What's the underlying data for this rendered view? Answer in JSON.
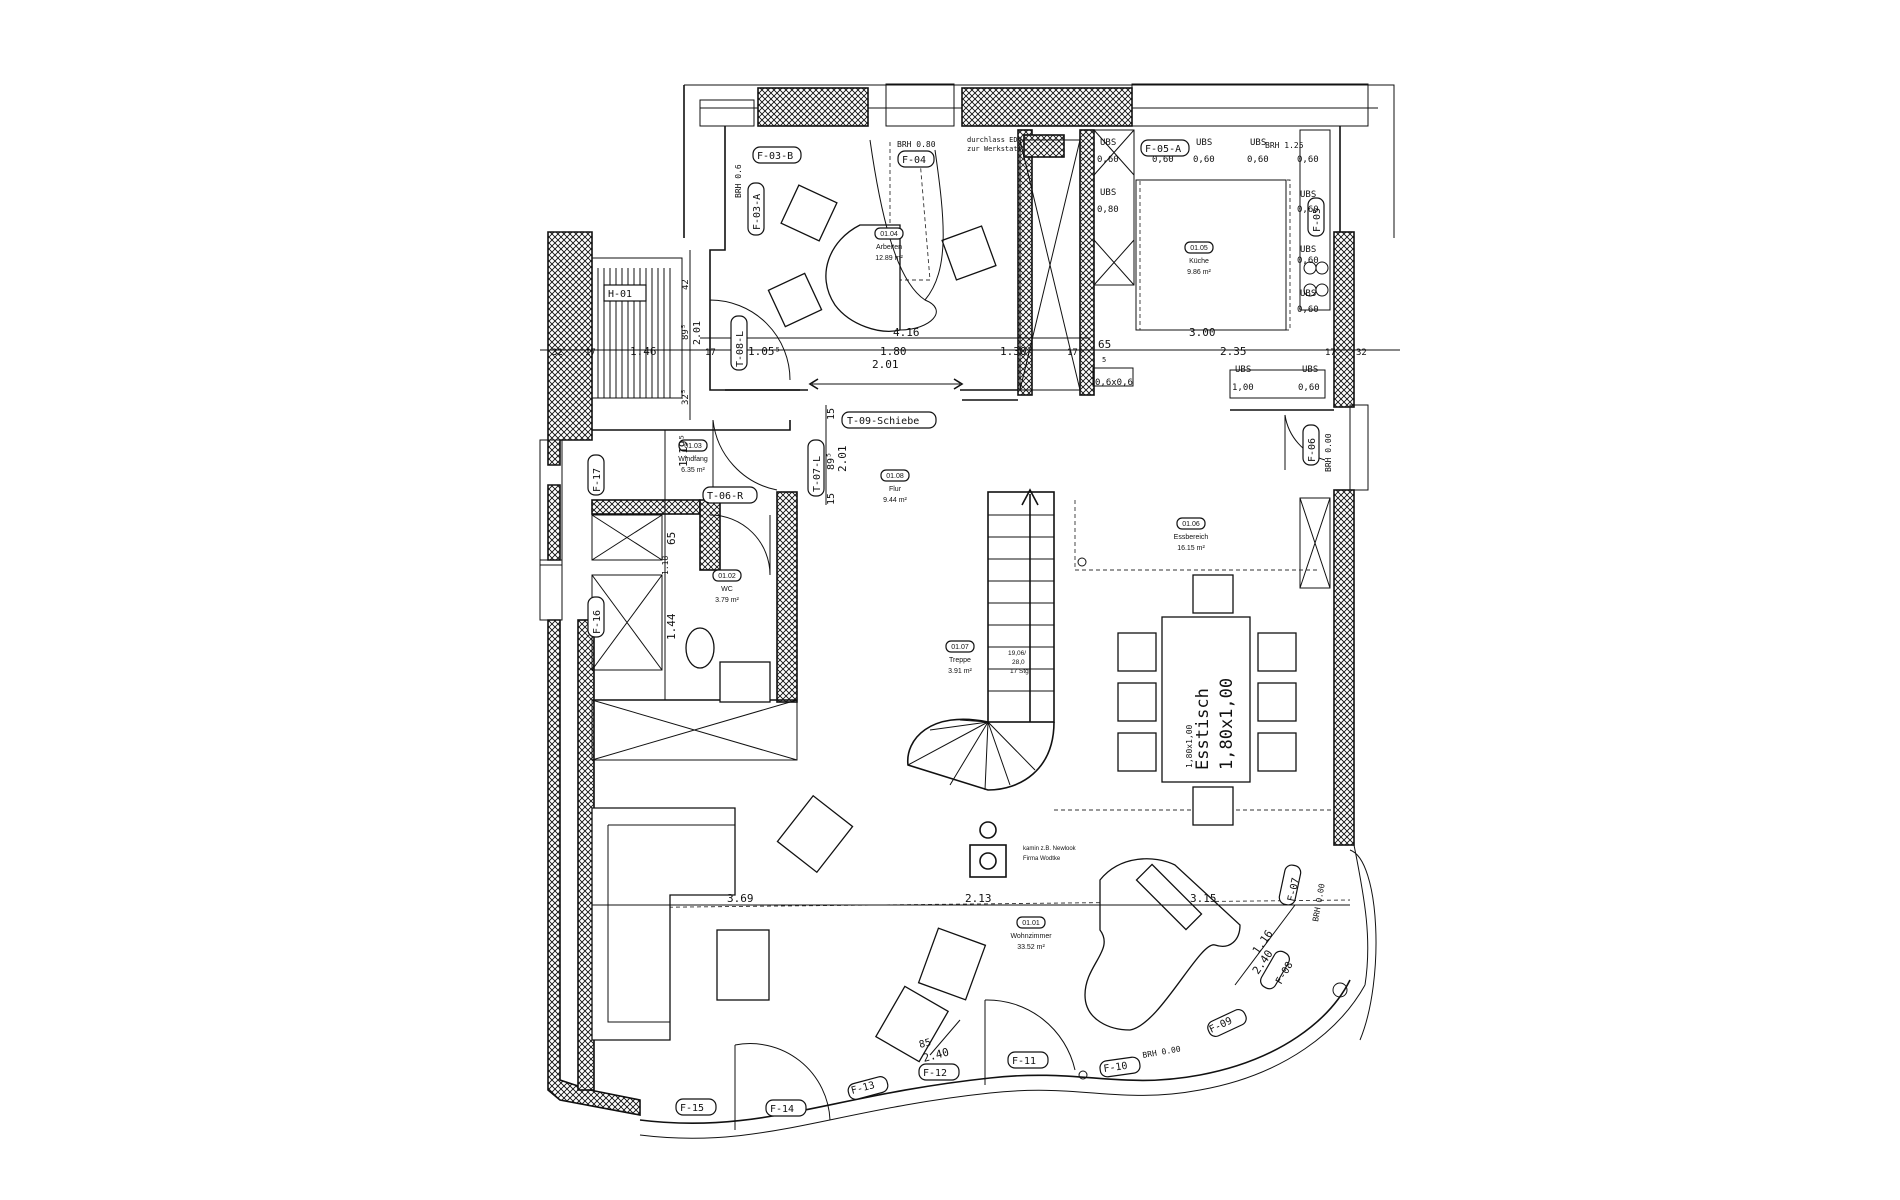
{
  "rooms": [
    {
      "id": "arbeiten",
      "number": "01.04",
      "name": "Arbeiten",
      "area": "12.89 m²"
    },
    {
      "id": "kueche",
      "number": "01.05",
      "name": "Küche",
      "area": "9.86 m²"
    },
    {
      "id": "windfang",
      "number": "01.03",
      "name": "Windfang",
      "area": "6.35 m²"
    },
    {
      "id": "flur",
      "number": "01.08",
      "name": "Flur",
      "area": "9.44 m²"
    },
    {
      "id": "essbereich",
      "number": "01.06",
      "name": "Essbereich",
      "area": "16.15 m²"
    },
    {
      "id": "wc",
      "number": "01.02",
      "name": "WC",
      "area": "3.79 m²"
    },
    {
      "id": "treppe",
      "number": "01.07",
      "name": "Treppe",
      "area": "3.91 m²"
    },
    {
      "id": "wohnzimmer",
      "number": "01.01",
      "name": "Wohnzimmer",
      "area": "33.52 m²"
    }
  ],
  "tags": {
    "f03b": "F-03-B",
    "f03a": "F-03-A",
    "f04": "F-04",
    "f05a": "F-05-A",
    "f05b": "F-05",
    "f06": "F-06",
    "f07": "F-07",
    "f08": "F-08",
    "f09": "F-09",
    "f10": "F-10",
    "f11": "F-11",
    "f12": "F-12",
    "f13": "F-13",
    "f14": "F-14",
    "f15": "F-15",
    "f16": "F-16",
    "f17": "F-17",
    "h01": "H-01",
    "t08": "T-08-L",
    "t09": "T-09-Schiebe",
    "t07": "T-07-L",
    "t06": "T-06-R"
  },
  "notes": {
    "brh080": "BRH 0.80",
    "brh06": "BRH 0.6",
    "brh125": "BRH 1.25",
    "brh000": "BRH 0.00",
    "durchlass1": "durchlass EDV",
    "durchlass2": "zur Werkstatt",
    "ubs": "UBS",
    "ubs060": "0,60",
    "ubs080": "0,80",
    "ubs100": "1,00",
    "stair1": "19,06/",
    "stair2": "28,0",
    "stair3": "17 Stg",
    "kamin1": "kamin z.B. Newlook",
    "kamin2": "Firma Wodtke",
    "table1": "Esstisch",
    "table2": "1,80x1,00",
    "tableSmall": "1,80x1,00",
    "ox": "0,6x0,6"
  },
  "dims": {
    "d416": "4.16",
    "d300": "3.00",
    "d180": "1.80",
    "d130": "1.30⁵",
    "d105": "1.05⁵",
    "d201": "2.01",
    "d235": "2.35",
    "d146": "1.46",
    "d017a": "17",
    "d017b": "17",
    "d017c": "17⁵",
    "d017d": "17",
    "d032a": "32",
    "d032b": "32",
    "d065": "65",
    "d005": "5",
    "d201v": "2.01",
    "d119": "1.19⁵",
    "d089": "89⁵",
    "d015a": "15",
    "d015b": "15",
    "d065b": "65",
    "d144": "1.44",
    "d118": "1.18",
    "d201s": "2.01",
    "d089s": "89⁵",
    "d042": "42",
    "d032s": "32⁵",
    "d369": "3.69",
    "d213": "2.13",
    "d315": "3.15",
    "d116": "1.16",
    "d240": "2.40",
    "d085": "85",
    "d240b": "2.40"
  }
}
